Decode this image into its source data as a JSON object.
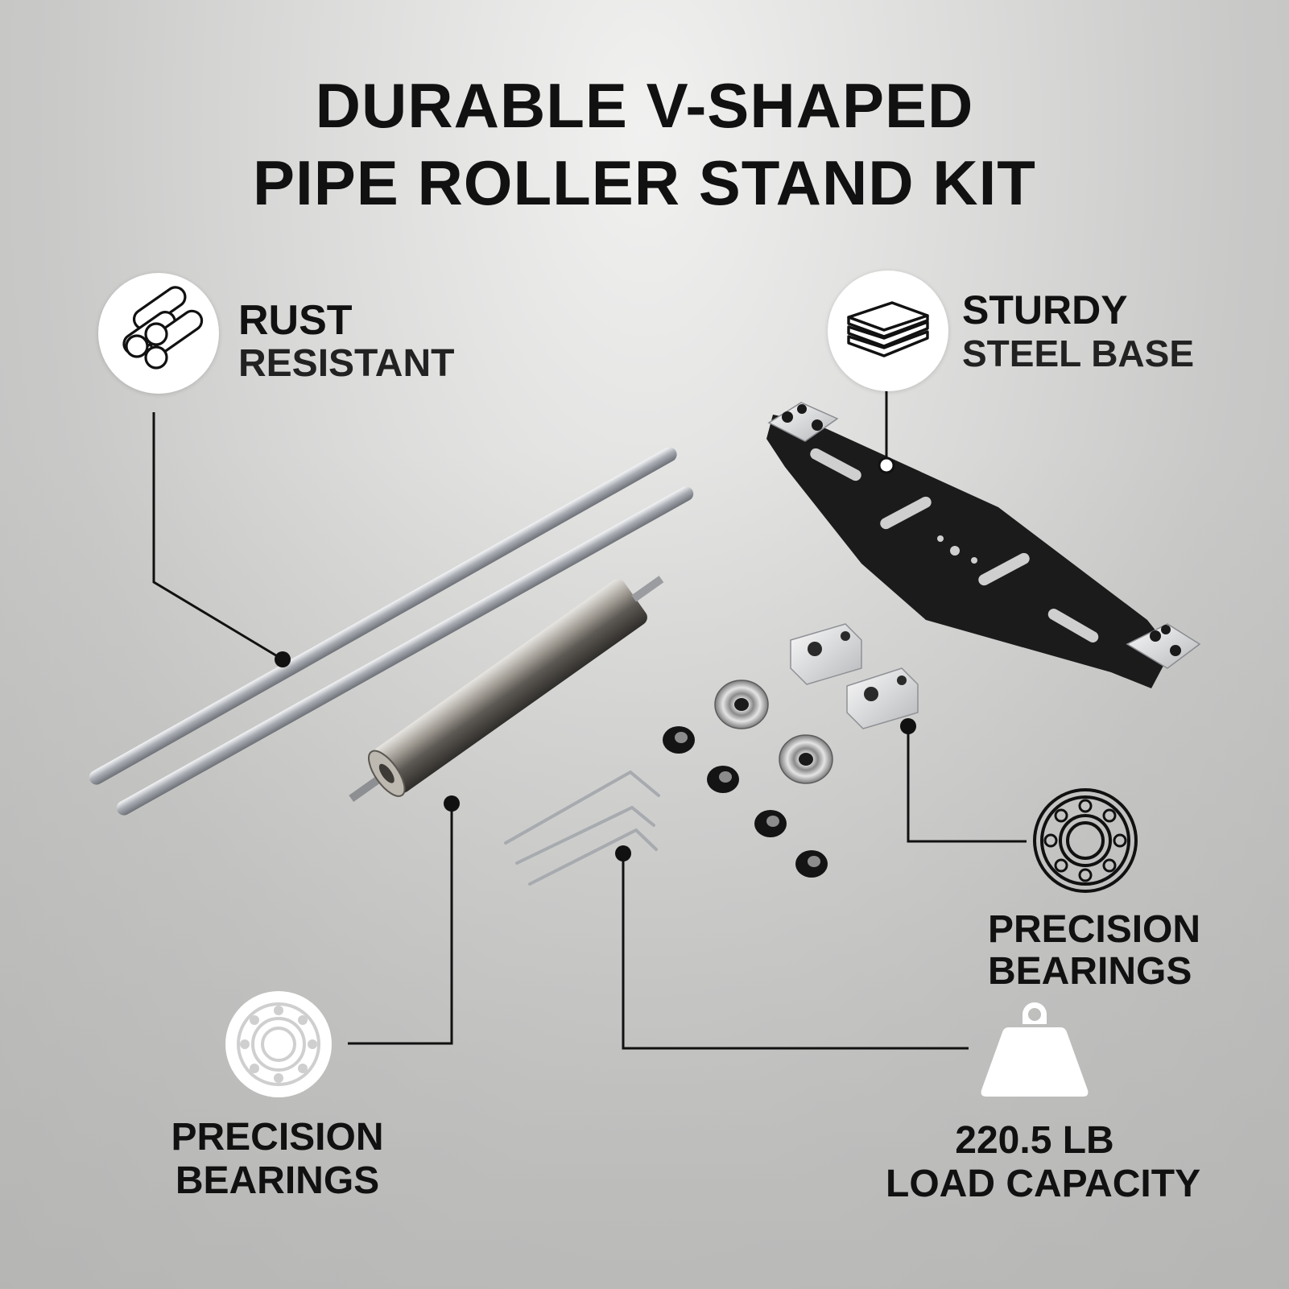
{
  "title": {
    "line1": "DURABLE V-SHAPED",
    "line2": "PIPE ROLLER STAND KIT"
  },
  "features": {
    "rust": {
      "line1": "RUST",
      "line2": "RESISTANT",
      "icon": "steel-rods-icon"
    },
    "base": {
      "line1": "STURDY",
      "line2": "STEEL BASE",
      "icon": "stacked-plates-icon"
    },
    "bearings_right": {
      "line1": "PRECISION",
      "line2": "BEARINGS",
      "icon": "ball-bearing-icon"
    },
    "bearings_left": {
      "line1": "PRECISION",
      "line2": "BEARINGS",
      "icon": "ball-bearing-icon"
    },
    "load": {
      "line1": "220.5 LB",
      "line2": "LOAD CAPACITY",
      "icon": "weight-icon"
    }
  },
  "colors": {
    "text": "#111111",
    "plate": "#1b1b1b",
    "metal": "#b8bcc2",
    "icon_bg": "#ffffff"
  }
}
